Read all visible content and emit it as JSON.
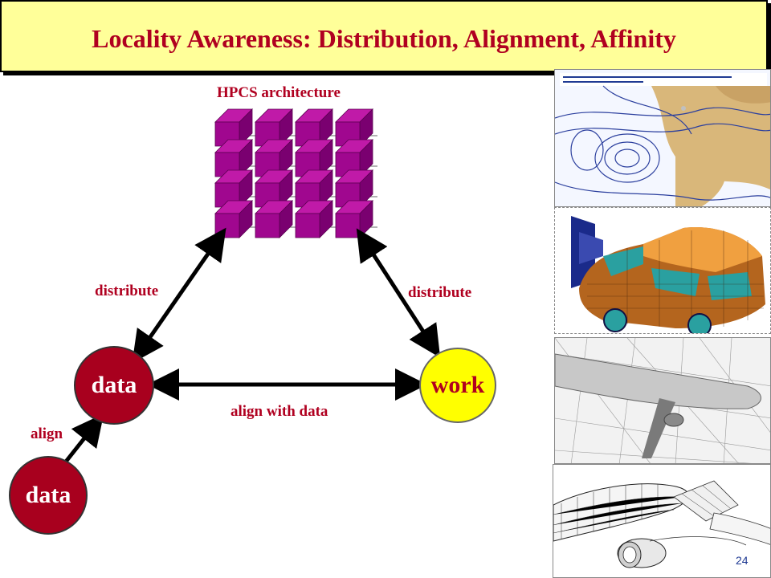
{
  "title": "Locality Awareness: Distribution, Alignment, Affinity",
  "diagram": {
    "architecture_label": "HPCS architecture",
    "distribute_left": "distribute",
    "distribute_right": "distribute",
    "align_with_data": "align with data",
    "align": "align",
    "node_data_upper": "data",
    "node_work": "work",
    "node_data_lower": "data"
  },
  "colors": {
    "title_bg": "#ffff99",
    "title_text": "#b00020",
    "node_data": "#a8001e",
    "node_work": "#ffff00",
    "cube": "#a0078f"
  },
  "page_number": "24"
}
